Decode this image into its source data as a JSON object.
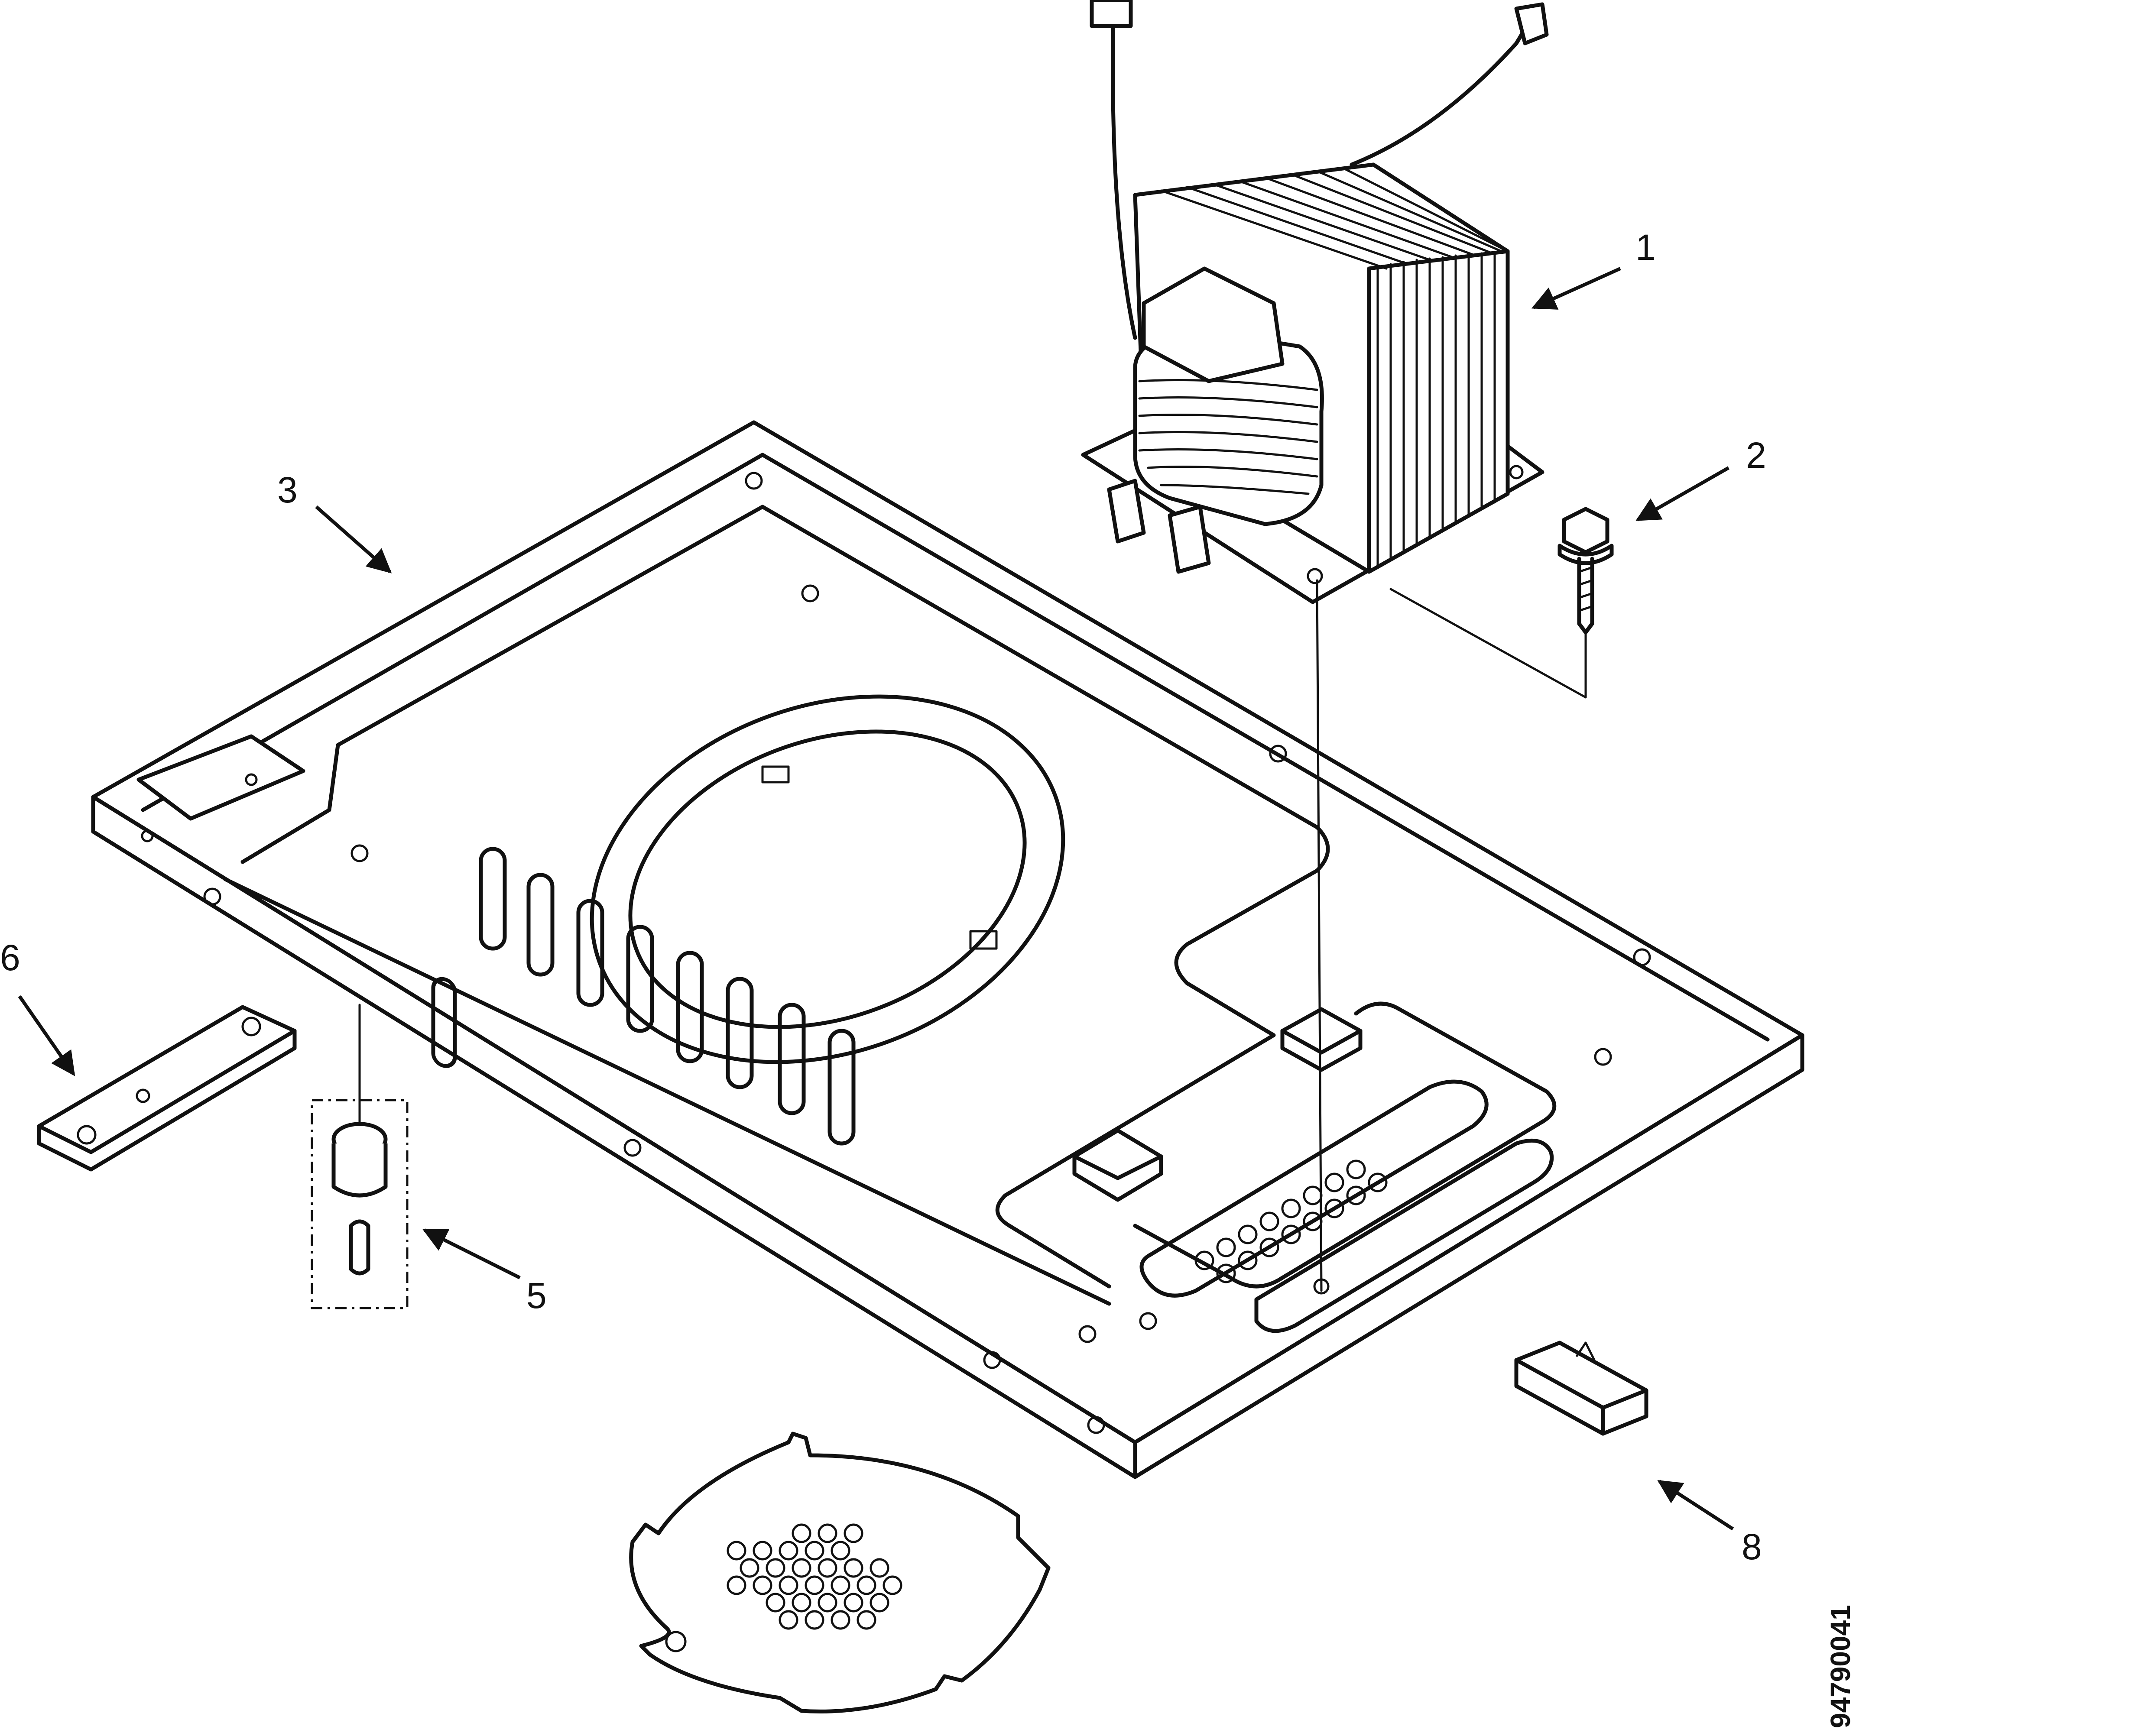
{
  "callouts": [
    {
      "id": "1",
      "text": "1"
    },
    {
      "id": "2",
      "text": "2"
    },
    {
      "id": "3",
      "text": "3"
    },
    {
      "id": "5",
      "text": "5"
    },
    {
      "id": "6",
      "text": "6"
    },
    {
      "id": "8",
      "text": "8"
    }
  ],
  "figure_code": "94790041",
  "colors": {
    "line": "#111111",
    "background": "#ffffff"
  }
}
